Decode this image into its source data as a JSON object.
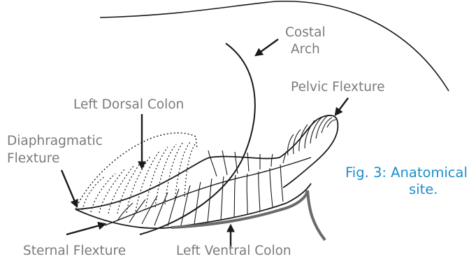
{
  "colors": {
    "label_text": "#7b7b7b",
    "caption_text": "#1c8ecb",
    "outline": "#1a1a1a",
    "ventral_outline": "#6a6a6a"
  },
  "labels": {
    "costal_arch_line1": "Costal",
    "costal_arch_line2": "Arch",
    "pelvic_flexture": "Pelvic Flexture",
    "left_dorsal_colon": "Left Dorsal Colon",
    "diaphragmatic_flexture_line1": "Diaphragmatic",
    "diaphragmatic_flexture_line2": "Flexture",
    "sternal_flexture": "Sternal Flexture",
    "left_ventral_colon": "Left Ventral Colon"
  },
  "caption": {
    "line1": "Fig. 3: Anatomical",
    "line2": "site."
  }
}
